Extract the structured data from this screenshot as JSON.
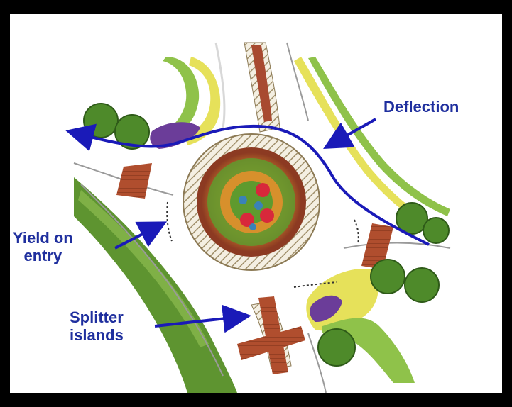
{
  "labels": {
    "deflection": "Deflection",
    "yield_line1": "Yield on",
    "yield_line2": "entry",
    "splitter_line1": "Splitter",
    "splitter_line2": "islands"
  },
  "colors": {
    "background_border": "#000000",
    "canvas": "#ffffff",
    "label_text": "#1f2f9e",
    "path_line": "#1a1ab8",
    "grass": "#8fc24a",
    "shrub": "#5f9a2e",
    "flowers_yellow": "#e6e15a",
    "flowers_purple": "#6b3d99",
    "brick": "#a84a30",
    "flower_red": "#d8283b",
    "flower_blue": "#3a82b8",
    "mulch_orange": "#d7902c"
  }
}
